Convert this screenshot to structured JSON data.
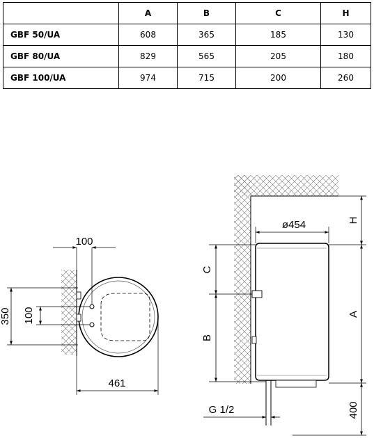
{
  "table": {
    "headers": [
      "",
      "A",
      "B",
      "C",
      "H"
    ],
    "rows": [
      {
        "model": "GBF 50/UA",
        "A": "608",
        "B": "365",
        "C": "185",
        "H": "130"
      },
      {
        "model": "GBF 80/UA",
        "A": "829",
        "B": "565",
        "C": "205",
        "H": "180"
      },
      {
        "model": "GBF 100/UA",
        "A": "974",
        "B": "715",
        "C": "200",
        "H": "260"
      }
    ]
  },
  "top_view": {
    "dim_top": "100",
    "dim_left_outer": "350",
    "dim_left_inner": "100",
    "dim_bottom": "461"
  },
  "side_view": {
    "dim_diameter": "ø454",
    "dim_h": "H",
    "dim_c": "C",
    "dim_a": "A",
    "dim_b": "B",
    "dim_thread": "G 1/2",
    "dim_bottom_clearance": "400"
  }
}
